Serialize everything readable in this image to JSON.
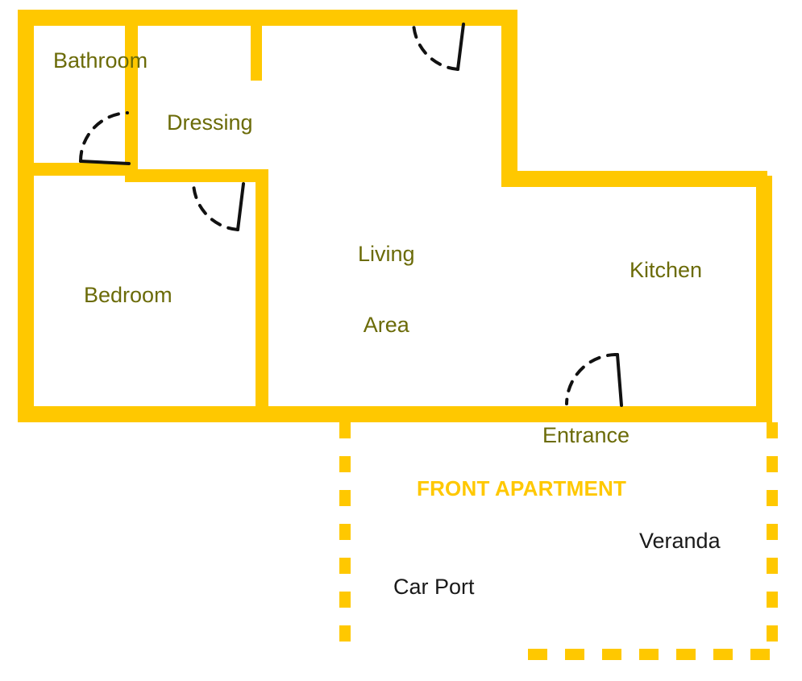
{
  "diagram": {
    "type": "floor-plan",
    "title": "FRONT APARTMENT",
    "colors": {
      "wall": "#ffc800",
      "room_label": "#6b6b08",
      "outside_label": "#1a1a1a",
      "zone_label": "#ffc800",
      "door": "#000000",
      "background": "#ffffff"
    },
    "labels": {
      "bathroom": "Bathroom",
      "dressing": "Dressing",
      "living_line1": "Living",
      "living_line2": "Area",
      "bedroom": "Bedroom",
      "kitchen": "Kitchen",
      "entrance": "Entrance",
      "front_apartment": "FRONT APARTMENT",
      "veranda": "Veranda",
      "car_port": "Car Port"
    },
    "rooms": [
      {
        "name": "Bathroom",
        "label": "Bathroom",
        "interior": true
      },
      {
        "name": "Dressing",
        "label": "Dressing",
        "interior": true
      },
      {
        "name": "Living Area",
        "label": "Living Area",
        "interior": true
      },
      {
        "name": "Bedroom",
        "label": "Bedroom",
        "interior": true
      },
      {
        "name": "Kitchen",
        "label": "Kitchen",
        "interior": true
      },
      {
        "name": "Entrance",
        "label": "Entrance",
        "interior": false
      },
      {
        "name": "Veranda",
        "label": "Veranda",
        "interior": false
      },
      {
        "name": "Car Port",
        "label": "Car Port",
        "interior": false
      }
    ],
    "doors": [
      {
        "name": "bathroom-door",
        "swing": "arc"
      },
      {
        "name": "bedroom-door",
        "swing": "arc"
      },
      {
        "name": "living-area-door",
        "swing": "arc"
      },
      {
        "name": "entrance-door",
        "swing": "arc"
      }
    ]
  }
}
